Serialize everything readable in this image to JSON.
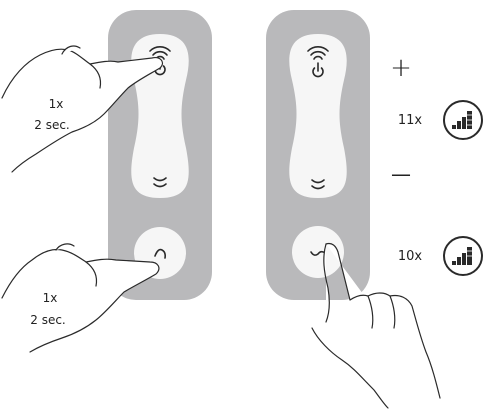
{
  "diagram": {
    "left_remote": {
      "top_instruction": {
        "count": "1x",
        "duration": "2 sec."
      },
      "bottom_instruction": {
        "count": "1x",
        "duration": "2 sec."
      }
    },
    "right_remote": {
      "plus_symbol": "+",
      "minus_symbol": "—",
      "increase_presses": "11x",
      "decrease_presses": "10x"
    },
    "icons": {
      "power": "power-wifi-icon",
      "pairing": "pairing-icon",
      "volume_level": "volume-level-icon"
    },
    "colors": {
      "remote_body": "#b9b9bb",
      "remote_face": "#f6f6f6",
      "line": "#2a2a2a"
    }
  }
}
